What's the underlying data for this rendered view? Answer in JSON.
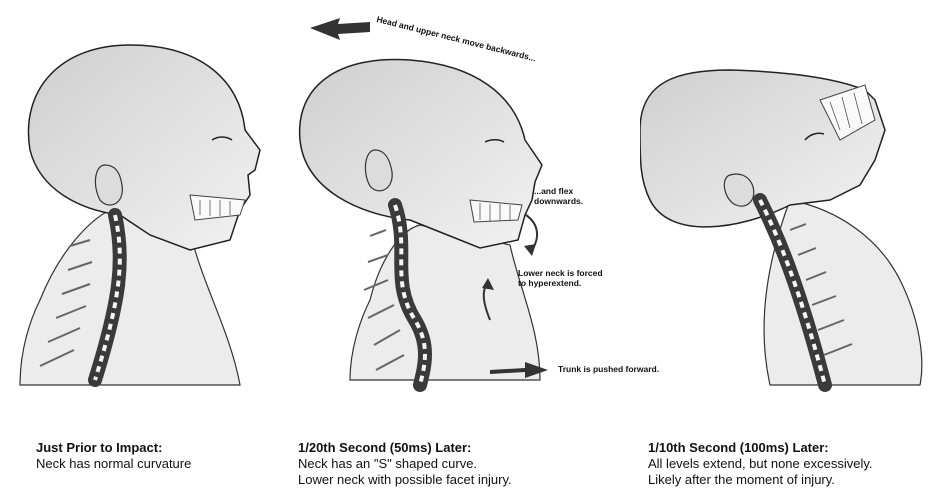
{
  "annotations": {
    "head_backwards": "Head and upper neck move backwards...",
    "flex_down_line1": "...and flex",
    "flex_down_line2": "downwards.",
    "lower_neck_line1": "Lower neck is forced",
    "lower_neck_line2": "to hyperextend.",
    "trunk_forward": "Trunk is pushed forward."
  },
  "captions": [
    {
      "title": "Just Prior to Impact:",
      "lines": [
        "Neck has normal curvature"
      ]
    },
    {
      "title": "1/20th Second (50ms) Later:",
      "lines": [
        "Neck has an \"S\" shaped curve.",
        "Lower neck with possible facet injury."
      ]
    },
    {
      "title": "1/10th Second (100ms) Later:",
      "lines": [
        "All levels extend, but none excessively.",
        "Likely after the moment of injury."
      ]
    }
  ],
  "colors": {
    "ink": "#222222",
    "shade": "#cfcfcf",
    "skin": "#e6e6e6",
    "spine": "#3a3a3a"
  }
}
